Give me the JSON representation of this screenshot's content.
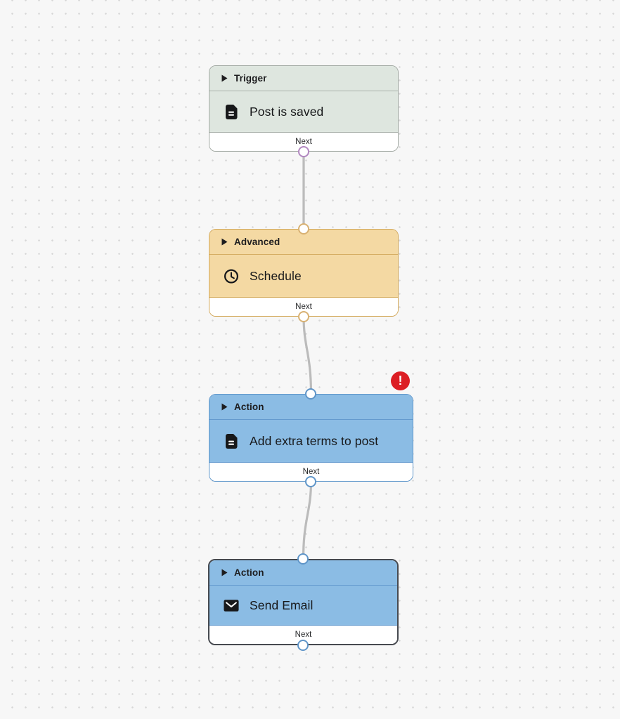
{
  "canvas": {
    "background": "#f7f7f7",
    "dot_color": "#d7d7d7",
    "connector_color": "#bbbbbb"
  },
  "nodes": [
    {
      "category": "Trigger",
      "title": "Post is saved",
      "icon": "document-icon",
      "footer_label": "Next",
      "fill": "#dee6df",
      "border": "#a2a9a3",
      "divider": "#a9b0aa",
      "port_color": "#b187c0",
      "has_error": false,
      "selected": false
    },
    {
      "category": "Advanced",
      "title": "Schedule",
      "icon": "clock-icon",
      "footer_label": "Next",
      "fill": "#f4d9a3",
      "border": "#d3a95c",
      "divider": "#d6ae64",
      "port_color": "#d8b173",
      "has_error": false,
      "selected": false
    },
    {
      "category": "Action",
      "title": "Add extra terms to post",
      "icon": "document-icon",
      "footer_label": "Next",
      "fill": "#8bbce4",
      "border": "#5e96ca",
      "divider": "#649ace",
      "port_color": "#5f95c8",
      "has_error": true,
      "selected": false
    },
    {
      "category": "Action",
      "title": "Send Email",
      "icon": "envelope-icon",
      "footer_label": "Next",
      "fill": "#8bbce4",
      "border": "#46494f",
      "divider": "#649ace",
      "port_color": "#5f95c8",
      "has_error": false,
      "selected": true
    }
  ],
  "error_badge": {
    "symbol": "!",
    "color": "#dc1e24"
  }
}
